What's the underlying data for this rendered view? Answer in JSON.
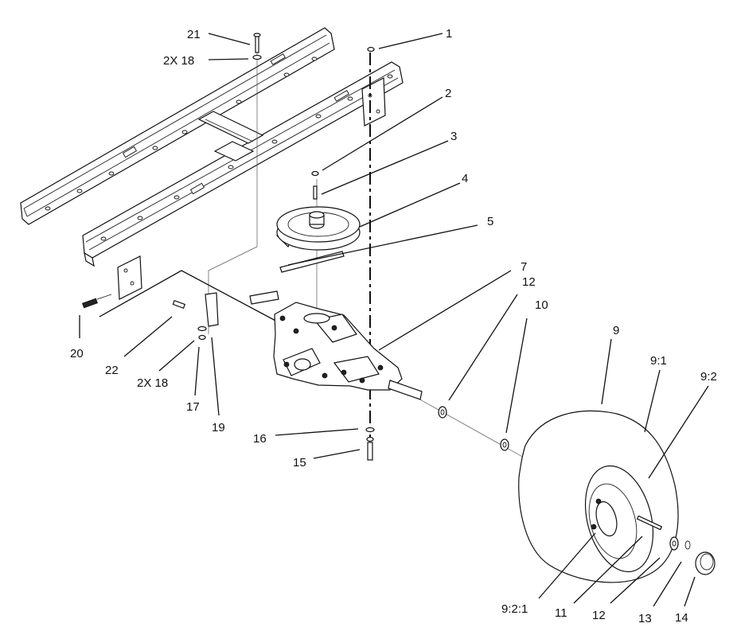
{
  "callouts": [
    {
      "id": "c1",
      "text": "1"
    },
    {
      "id": "c2",
      "text": "2"
    },
    {
      "id": "c3",
      "text": "3"
    },
    {
      "id": "c4",
      "text": "4"
    },
    {
      "id": "c5",
      "text": "5"
    },
    {
      "id": "c7",
      "text": "7"
    },
    {
      "id": "c12a",
      "text": "12"
    },
    {
      "id": "c10",
      "text": "10"
    },
    {
      "id": "c9",
      "text": "9"
    },
    {
      "id": "c91",
      "text": "9:1"
    },
    {
      "id": "c92",
      "text": "9:2"
    },
    {
      "id": "c21",
      "text": "21"
    },
    {
      "id": "c18a",
      "text": "2X 18"
    },
    {
      "id": "c20",
      "text": "20"
    },
    {
      "id": "c22",
      "text": "22"
    },
    {
      "id": "c18b",
      "text": "2X 18"
    },
    {
      "id": "c17",
      "text": "17"
    },
    {
      "id": "c19",
      "text": "19"
    },
    {
      "id": "c16",
      "text": "16"
    },
    {
      "id": "c15",
      "text": "15"
    },
    {
      "id": "c921",
      "text": "9:2:1"
    },
    {
      "id": "c11",
      "text": "11"
    },
    {
      "id": "c12b",
      "text": "12"
    },
    {
      "id": "c13",
      "text": "13"
    },
    {
      "id": "c14",
      "text": "14"
    }
  ]
}
